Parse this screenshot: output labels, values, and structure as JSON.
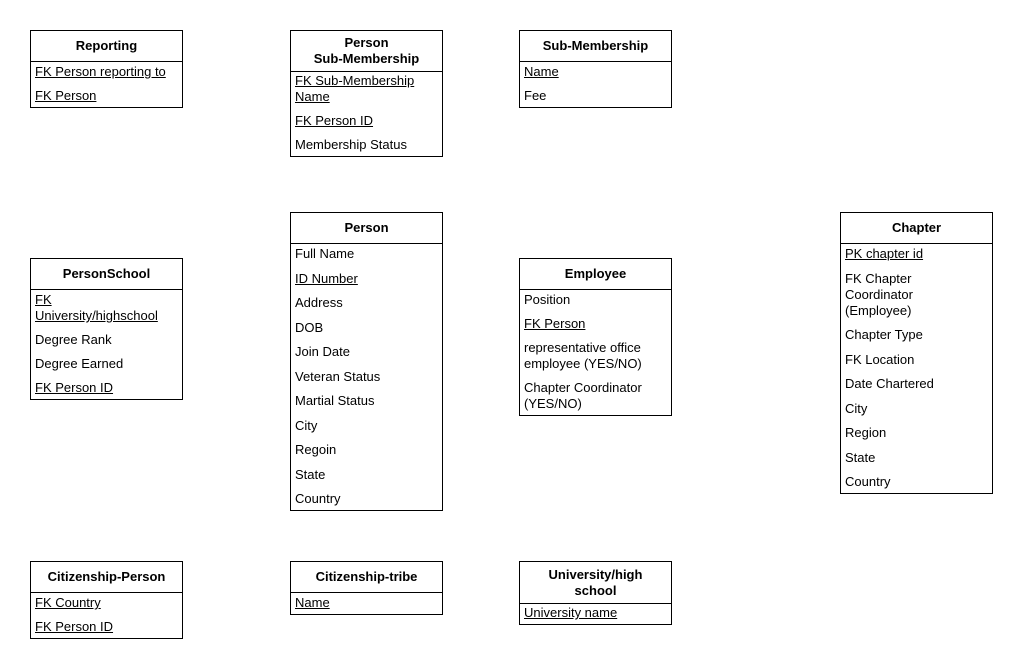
{
  "entities": {
    "reporting": {
      "title": "Reporting",
      "attributes": [
        {
          "label": "FK Person reporting to",
          "key": true
        },
        {
          "label": "FK Person",
          "key": true
        }
      ]
    },
    "person_sub_membership": {
      "title": "Person\nSub-Membership",
      "attributes": [
        {
          "label": "FK Sub-Membership Name",
          "key": true
        },
        {
          "label": "FK Person ID",
          "key": true
        },
        {
          "label": "Membership Status",
          "key": false
        }
      ]
    },
    "sub_membership": {
      "title": "Sub-Membership",
      "attributes": [
        {
          "label": "Name",
          "key": true
        },
        {
          "label": "Fee",
          "key": false
        }
      ]
    },
    "person": {
      "title": "Person",
      "attributes": [
        {
          "label": "Full Name",
          "key": false
        },
        {
          "label": "ID Number",
          "key": true
        },
        {
          "label": "Address",
          "key": false
        },
        {
          "label": "DOB",
          "key": false
        },
        {
          "label": "Join Date",
          "key": false
        },
        {
          "label": "Veteran Status",
          "key": false
        },
        {
          "label": "Martial Status",
          "key": false
        },
        {
          "label": "City",
          "key": false
        },
        {
          "label": "Regoin",
          "key": false
        },
        {
          "label": "State",
          "key": false
        },
        {
          "label": "Country",
          "key": false
        }
      ]
    },
    "person_school": {
      "title": "PersonSchool",
      "attributes": [
        {
          "label": "FK University/highschool",
          "key": true
        },
        {
          "label": "Degree Rank",
          "key": false
        },
        {
          "label": "Degree Earned",
          "key": false
        },
        {
          "label": "FK Person ID",
          "key": true
        }
      ]
    },
    "employee": {
      "title": "Employee",
      "attributes": [
        {
          "label": "Position",
          "key": false
        },
        {
          "label": "FK Person",
          "key": true
        },
        {
          "label": "representative office employee (YES/NO)",
          "key": false
        },
        {
          "label": "Chapter Coordinator (YES/NO)",
          "key": false
        }
      ]
    },
    "chapter": {
      "title": "Chapter",
      "attributes": [
        {
          "label": "PK chapter id",
          "key": true
        },
        {
          "label": "FK Chapter Coordinator (Employee)",
          "key": false
        },
        {
          "label": "Chapter Type",
          "key": false
        },
        {
          "label": "FK Location",
          "key": false
        },
        {
          "label": "Date Chartered",
          "key": false
        },
        {
          "label": "City",
          "key": false
        },
        {
          "label": "Region",
          "key": false
        },
        {
          "label": "State",
          "key": false
        },
        {
          "label": "Country",
          "key": false
        }
      ]
    },
    "citizenship_person": {
      "title": "Citizenship-Person",
      "attributes": [
        {
          "label": "FK Country",
          "key": true
        },
        {
          "label": "FK Person ID",
          "key": true
        }
      ]
    },
    "citizenship_tribe": {
      "title": "Citizenship-tribe",
      "attributes": [
        {
          "label": "Name",
          "key": true
        }
      ]
    },
    "university_high_school": {
      "title": "University/high school",
      "attributes": [
        {
          "label": "University name",
          "key": true
        }
      ]
    }
  }
}
